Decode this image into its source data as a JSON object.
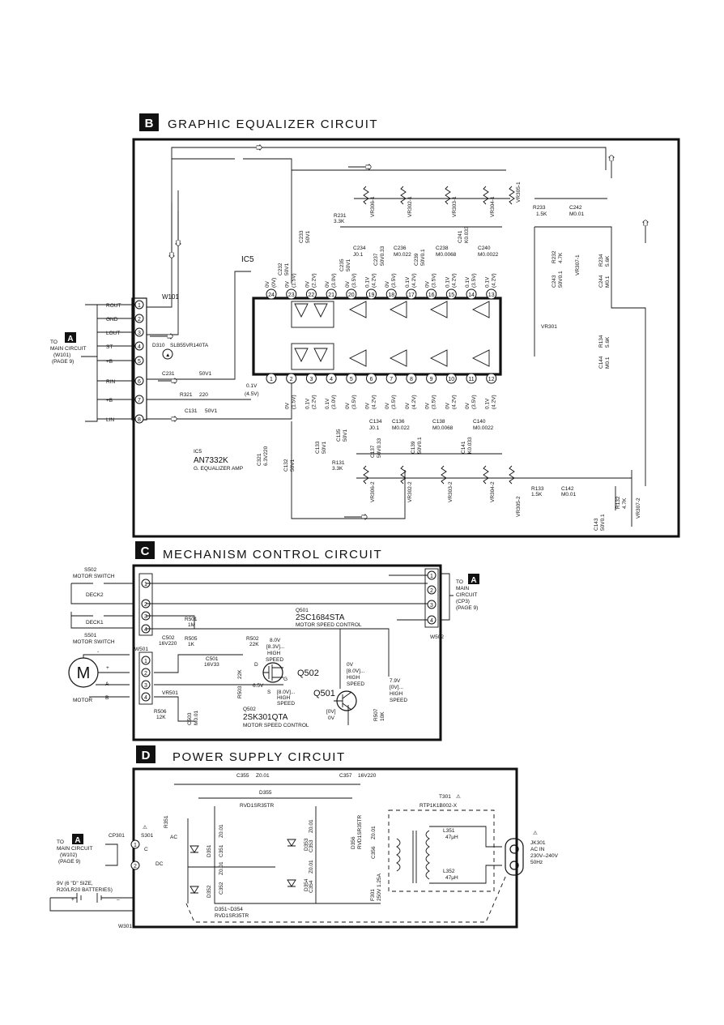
{
  "sections": {
    "b": {
      "badge": "B",
      "title": "GRAPHIC EQUALIZER CIRCUIT",
      "ic_label": "IC5",
      "ic_part": "AN7332K",
      "ic_desc": "G. EQUALIZER AMP",
      "connector": "W101",
      "to_main_lines": [
        "TO",
        "MAIN CIRCUIT",
        "(W101)",
        "(PAGE 9)"
      ],
      "to_main_badge": "A",
      "left_pins": [
        {
          "name": "ROUT",
          "num": "1"
        },
        {
          "name": "GND",
          "num": "2"
        },
        {
          "name": "LOUT",
          "num": "3"
        },
        {
          "name": "ST",
          "num": "4"
        },
        {
          "name": "+B",
          "num": "5"
        },
        {
          "name": "RIN",
          "num": "6"
        },
        {
          "name": "+B",
          "num": "7"
        },
        {
          "name": "LIN",
          "num": "8"
        }
      ],
      "d310": "D310",
      "d310_part": "SLB55VR140TA",
      "c231": "C231",
      "c231_val": "50V1",
      "r321": "R321",
      "r321_val": "220",
      "c131": "C131",
      "c131_val": "50V1",
      "top_pins": [
        "24",
        "23",
        "22",
        "21",
        "20",
        "19",
        "18",
        "17",
        "16",
        "15",
        "14",
        "13"
      ],
      "bottom_pins": [
        "1",
        "2",
        "3",
        "4",
        "5",
        "6",
        "7",
        "8",
        "9",
        "10",
        "11",
        "12"
      ],
      "top_voltages": [
        [
          "0V",
          "(0V)"
        ],
        [
          "0V",
          "(1.5V)"
        ],
        [
          "0V",
          "(2.2V)"
        ],
        [
          "0V",
          "(3.0V)"
        ],
        [
          "0V",
          "(3.5V)"
        ],
        [
          "0.1V",
          "(4.2V)"
        ],
        [
          "0V",
          "(3.5V)"
        ],
        [
          "0.1V",
          "(4.2V)"
        ],
        [
          "0V",
          "(3.5V)"
        ],
        [
          "0.1V",
          "(4.2V)"
        ],
        [
          "0.1V",
          "(3.5V)"
        ],
        [
          "0.1V",
          "(4.2V)"
        ]
      ],
      "bottom_voltages": [
        [
          "0.1V",
          "(4.5V)"
        ],
        [
          "0V",
          "(1.5V)"
        ],
        [
          "0.1V",
          "(2.2V)"
        ],
        [
          "0.1V",
          "(3.0V)"
        ],
        [
          "0V",
          "(3.5V)"
        ],
        [
          "0V",
          "(4.2V)"
        ],
        [
          "0V",
          "(3.5V)"
        ],
        [
          "0V",
          "(4.2V)"
        ],
        [
          "0V",
          "(3.5V)"
        ],
        [
          "0V",
          "(4.2V)"
        ],
        [
          "0V",
          "(3.5V)"
        ],
        [
          "0.1V",
          "(4.2V)"
        ]
      ],
      "top_caps": [
        [
          "C232",
          "50V1"
        ],
        [
          "C233",
          "50V1"
        ],
        [
          "C235",
          "50V1"
        ],
        [
          "C234",
          "J0.1"
        ],
        [
          "C237",
          "50V0.33"
        ],
        [
          "C236",
          "M0.022"
        ],
        [
          "C239",
          "50V0.1"
        ],
        [
          "C238",
          "M0.0068"
        ],
        [
          "C241",
          "K0.033"
        ],
        [
          "C240",
          "M0.0022"
        ]
      ],
      "top_vrs": [
        "VR306-1",
        "VR302-1",
        "VR303-1",
        "VR304-1",
        "VR305-1"
      ],
      "r231": "R231",
      "r231_val": "3.3K",
      "r233": "R233",
      "r233_val": "1.5K",
      "c242": "C242",
      "c242_val": "M0.01",
      "c243": "C243",
      "c243_val": "50V0.1",
      "r232": "R232",
      "r232_val": "4.7K",
      "vr307_1": "VR307-1",
      "c244": "C244",
      "c244_val": "M0.1",
      "r234": "R234",
      "r234_val": "5.6K",
      "vr301": "VR301",
      "c144": "C144",
      "c144_val": "M0.1",
      "r134": "R134",
      "r134_val": "5.6K",
      "c321": "C321",
      "c321_val": "6.3V220",
      "c132": "C132",
      "c132_val": "50V1",
      "bottom_caps": [
        [
          "C133",
          "50V1"
        ],
        [
          "C135",
          "50V1"
        ],
        [
          "C134",
          "J0.1"
        ],
        [
          "C137",
          "50V0.33"
        ],
        [
          "C136",
          "M0.022"
        ],
        [
          "C139",
          "50V0.1"
        ],
        [
          "C138",
          "M0.0068"
        ],
        [
          "C141",
          "K0.033"
        ],
        [
          "C140",
          "M0.0022"
        ]
      ],
      "r131": "R131",
      "r131_val": "3.3K",
      "bottom_vrs": [
        "VR306-2",
        "VR302-2",
        "VR303-2",
        "VR304-2",
        "VR305-2"
      ],
      "r133": "R133",
      "r133_val": "1.5K",
      "c142": "C142",
      "c142_val": "M0.01",
      "c143": "C143",
      "c143_val": "50V0.1",
      "r132": "R132",
      "r132_val": "4.7K",
      "vr307_2": "VR307-2"
    },
    "c": {
      "badge": "C",
      "title": "MECHANISM CONTROL CIRCUIT",
      "s502": "S502",
      "s502_desc": "MOTOR SWITCH",
      "deck2": "DECK2",
      "deck1": "DECK1",
      "s501": "S501",
      "s501_desc": "MOTOR SWITCH",
      "left_pins": [
        "1",
        "2",
        "3",
        "4"
      ],
      "w501": "W501",
      "motor_pins": [
        "1",
        "2",
        "3",
        "4"
      ],
      "motor_symbol": "M",
      "motor_label": "MOTOR",
      "motor_minus": "-",
      "motor_plus": "+",
      "motor_a": "A",
      "motor_b": "B",
      "r501": "R501",
      "r501_val": "1M",
      "c502": "C502",
      "c502_val": "16V220",
      "r505": "R505",
      "r505_val": "1K",
      "c501": "C501",
      "c501_val": "16V33",
      "r502": "R502",
      "r502_val": "22K",
      "r503": "R503",
      "r503_val": "22K",
      "vr501": "VR501",
      "r506": "R506",
      "r506_val": "12K",
      "c503": "C503",
      "c503_val": "M0.01",
      "q501_part": "Q501",
      "q501_num": "2SC1684STA",
      "q501_desc": "MOTOR SPEED CONTROL",
      "q502_label": "Q502",
      "q501_label": "Q501",
      "q502_part": "Q502",
      "q502_num": "2SK301QTA",
      "q502_desc": "MOTOR SPEED CONTROL",
      "v_d": "8.0V",
      "v_d2": "[8.3V]...",
      "v_d3": "HIGH",
      "v_d4": "SPEED",
      "d_pin": "D",
      "g_pin": "G",
      "s_pin": "S",
      "v_s": "6.5V",
      "v_s2": "[8.0V]...",
      "v_s3": "HIGH",
      "v_s4": "SPEED",
      "v_b": "0V",
      "v_b2": "[8.0V]...",
      "v_b3": "HIGH",
      "v_b4": "SPEED",
      "v_c": "7.9V",
      "v_c2": "[0V]...",
      "v_c3": "HIGH",
      "v_c4": "SPEED",
      "v_e": "[0V]",
      "v_e2": "0V",
      "r507": "R507",
      "r507_val": "10K",
      "right_pins": [
        "1",
        "2",
        "3",
        "4"
      ],
      "w502": "W502",
      "to_main_lines": [
        "TO",
        "MAIN",
        "CIRCUIT",
        "(CP3)",
        "(PAGE 9)"
      ],
      "to_main_badge": "A"
    },
    "d": {
      "badge": "D",
      "title": "POWER SUPPLY CIRCUIT",
      "c355": "C355",
      "c355_val": "Z0.01",
      "c357": "C357",
      "c357_val": "16V220",
      "d355": "D355",
      "d355_part": "RVD1SR35TR",
      "t301": "T301",
      "t301_part": "RTP1K1B002-X",
      "r351": "R351",
      "s301": "S301",
      "cp301": "CP301",
      "to_main_lines": [
        "TO",
        "MAIN CIRCUIT",
        "(W102)",
        "(PAGE 9)"
      ],
      "to_main_badge": "A",
      "cp_pins": [
        "1",
        "2"
      ],
      "sw_c": "C",
      "sw_ac": "AC",
      "sw_dc": "DC",
      "d351": "D351",
      "d352": "D352",
      "d353": "D353",
      "d354": "D354",
      "c351": "C351",
      "c351_val": "Z0.01",
      "c352": "C352",
      "c352_val": "Z0.01",
      "c353": "C353",
      "c353_val": "Z0.01",
      "c354": "C354",
      "c354_val": "Z0.01",
      "d356": "D356",
      "d356_part": "RVD1SR35TR",
      "c356": "C356",
      "c356_val": "Z0.01",
      "f301": "F301",
      "f301_val": "250V 1.25A",
      "l351": "L351",
      "l351_val": "47μH",
      "l352": "L352",
      "l352_val": "47μH",
      "jk301": "JK301",
      "jk301_desc1": "AC IN",
      "jk301_desc2": "230V–240V",
      "jk301_desc3": "50Hz",
      "battery_lines": [
        "9V (6 \"D\" SIZE,",
        "R20/LR20 BATTERIES)"
      ],
      "battery_plus": "+",
      "battery_minus": "–",
      "diodes_note": "D351~D354",
      "diodes_part": "RVD1SR35TR",
      "w301": "W301",
      "warning_glyph": "⚠"
    }
  }
}
